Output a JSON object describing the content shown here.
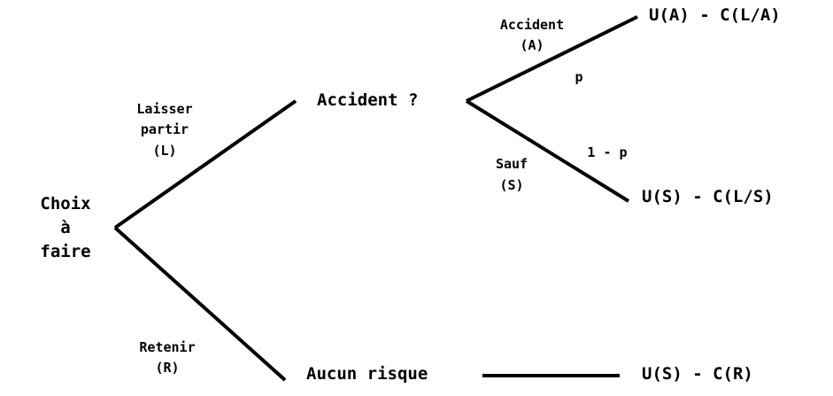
{
  "root": {
    "label_lines": [
      "Choix",
      "à",
      "faire"
    ]
  },
  "branches": {
    "leave": {
      "label_lines": [
        "Laisser",
        "partir",
        "(L)"
      ]
    },
    "retain": {
      "label_lines": [
        "Retenir",
        "(R)"
      ]
    },
    "accident": {
      "label_lines": [
        "Accident",
        "(A)"
      ]
    },
    "safe": {
      "label_lines": [
        "Sauf",
        "(S)"
      ]
    }
  },
  "nodes": {
    "chance": "Accident ?",
    "no_risk": "Aucun risque"
  },
  "probabilities": {
    "accident": "p",
    "safe": "1 - p"
  },
  "outcomes": {
    "accident": "U(A) - C(L/A)",
    "safe": "U(S) - C(L/S)",
    "retain": "U(S) - C(R)"
  }
}
